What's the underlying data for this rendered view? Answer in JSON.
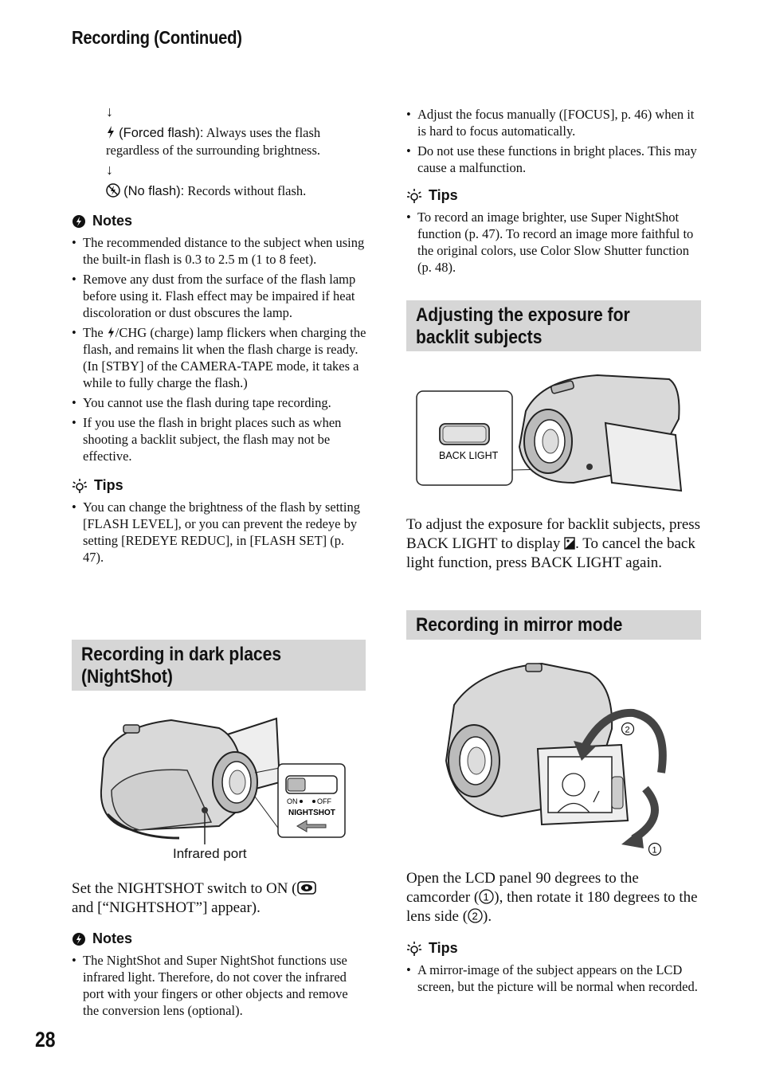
{
  "header": {
    "title": "Recording (Continued)"
  },
  "page_number": "28",
  "flash_modes": {
    "forced_label": "(Forced flash):",
    "forced_text": "Always uses the flash regardless of the surrounding brightness.",
    "noflash_label": "(No flash):",
    "noflash_text": "Records without flash."
  },
  "notes1": {
    "heading": "Notes",
    "items": [
      "The recommended distance to the subject when using the built-in flash is 0.3 to 2.5 m (1 to 8 feet).",
      "Remove any dust from the surface of the flash lamp before using it. Flash effect may be impaired if heat discoloration or dust obscures the lamp.",
      "The",
      "/CHG (charge) lamp flickers when charging the flash, and remains lit when the flash charge is ready. (In [STBY] of the CAMERA-TAPE mode, it takes a while to fully charge the flash.)",
      "You cannot use the flash during tape recording.",
      "If you use the flash in bright places such as when shooting a backlit subject, the flash may not be effective."
    ]
  },
  "tips1": {
    "heading": "Tips",
    "items": [
      "You can change the brightness of the flash by setting [FLASH LEVEL], or you can prevent the redeye by setting [REDEYE REDUC], in [FLASH SET] (p. 47)."
    ]
  },
  "nightshot": {
    "title_line1": "Recording in dark places",
    "title_line2": "(NightShot)",
    "switch_on": "ON",
    "switch_off": "OFF",
    "switch_label": "NIGHTSHOT",
    "infrared_label": "Infrared port",
    "instruction_a": "Set the NIGHTSHOT switch to ON (",
    "instruction_b": "and [“NIGHTSHOT”] appear).",
    "notes_heading": "Notes",
    "notes": [
      "The NightShot and Super NightShot functions use infrared light. Therefore, do not cover the infrared port with your fingers or other objects and remove the conversion lens (optional)."
    ]
  },
  "right_top": {
    "items": [
      "Adjust the focus manually ([FOCUS], p. 46) when it is hard to focus automatically.",
      "Do not use these functions in bright places. This may cause a malfunction."
    ],
    "tips_heading": "Tips",
    "tips": [
      "To record an image brighter, use Super NightShot function (p. 47). To record an image more faithful to the original colors, use Color Slow Shutter function (p. 48)."
    ]
  },
  "backlight": {
    "title_line1": "Adjusting the exposure for",
    "title_line2": "backlit subjects",
    "button_label": "BACK LIGHT",
    "text_a": "To adjust the exposure for backlit subjects, press BACK LIGHT to display",
    "text_b": ". To cancel the back light function, press BACK LIGHT again."
  },
  "mirror": {
    "title": "Recording in mirror mode",
    "marker1": "1",
    "marker2": "2",
    "text_a": "Open the LCD panel 90 degrees to the camcorder (",
    "text_b": "), then rotate it 180 degrees to the lens side (",
    "text_c": ").",
    "tips_heading": "Tips",
    "tips": [
      "A mirror-image of the subject appears on the LCD screen, but the picture will be normal when recorded."
    ]
  }
}
